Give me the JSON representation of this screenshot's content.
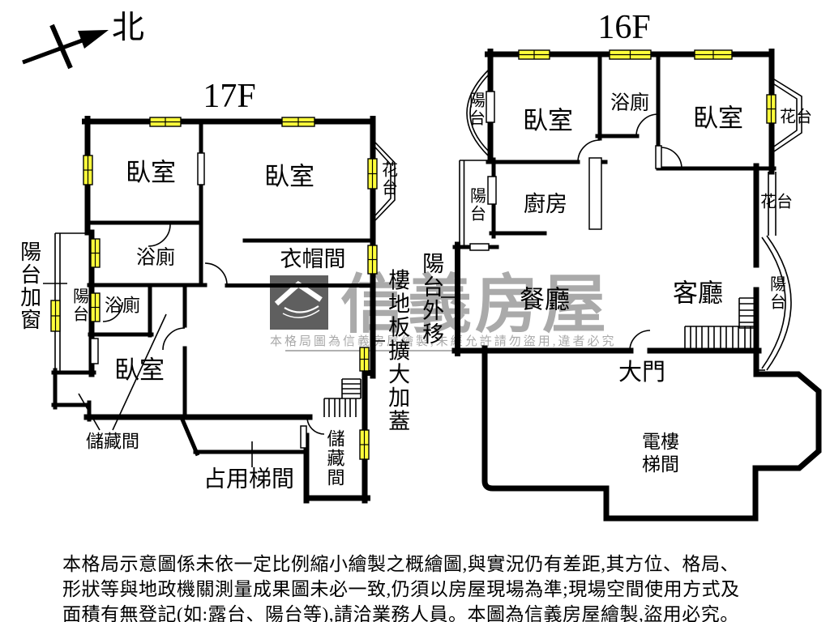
{
  "north_label": "北",
  "plans": {
    "f17": {
      "title": "17F",
      "labels": {
        "bedroom_a": "臥室",
        "bedroom_b": "臥室",
        "bedroom_c": "臥室",
        "bath_a": "浴廁",
        "bath_b": "浴廁",
        "flower": "花台",
        "closet": "衣帽間",
        "balcony": "陽台",
        "balcony_add_window": "陽台加窗",
        "storage_a": "儲藏間",
        "storage_b": "儲藏間",
        "occupied_stairwell": "占用梯間"
      }
    },
    "f16": {
      "title": "16F",
      "labels": {
        "balcony_top": "陽台",
        "balcony_mid": "陽台",
        "balcony_right": "陽台",
        "bedroom_a": "臥室",
        "bedroom_b": "臥室",
        "bath": "浴廁",
        "flower_top": "花台",
        "flower_mid": "花台",
        "kitchen": "廚房",
        "dining": "餐廳",
        "living": "客廳",
        "main_door": "大門",
        "elevator_line1": "電樓",
        "elevator_line2": "梯間"
      }
    }
  },
  "annotations": {
    "floor_expansion": "樓地板擴大加蓋",
    "balcony_relocated": "陽台外移"
  },
  "watermark": {
    "brand": "信義房屋",
    "notice": "本格局圖為信義房屋繪製,未經允許請勿盜用,違者必究"
  },
  "disclaimer": {
    "line1": "本格局示意圖係未依一定比例縮小繪製之概繪圖,與實況仍有差距,其方位、格局、",
    "line2": "形狀等與地政機關測量成果圖未必一致,仍須以房屋現場為準;現場空間使用方式及",
    "line3": "面積有無登記(如:露台、陽台等),請洽業務人員。本圖為信義房屋繪製,盜用必究。"
  },
  "colors": {
    "wall": "#000000",
    "window": "#ffff3b",
    "watermark_text": "#9c9c9c"
  }
}
